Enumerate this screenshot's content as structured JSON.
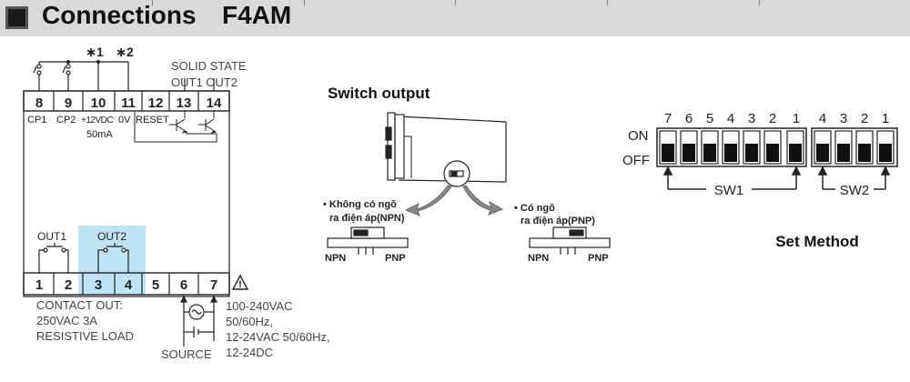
{
  "header": {
    "title": "Connections",
    "model": "F4AM"
  },
  "terminal_diagram": {
    "note1": "∗1",
    "note2": "∗2",
    "solid_state_line1": "SOLID STATE",
    "solid_state_line2": "OUT1 OUT2",
    "top_terminals": [
      "8",
      "9",
      "10",
      "11",
      "12",
      "13",
      "14"
    ],
    "top_labels": {
      "cp1": "CP1",
      "cp2": "CP2",
      "vdc": "+12VDC",
      "ma": "50mA",
      "zero_v": "0V",
      "reset": "RESET"
    },
    "out1_label": "OUT1",
    "out2_label": "OUT2",
    "bottom_terminals": [
      "1",
      "2",
      "3",
      "4",
      "5",
      "6",
      "7"
    ],
    "contact_out_lines": [
      "CONTACT OUT:",
      "250VAC 3A",
      "RESISTIVE LOAD"
    ],
    "source_label": "SOURCE",
    "power_lines": [
      "100-240VAC",
      "50/60Hz,",
      "12-24VAC 50/60Hz,",
      "12-24DC"
    ],
    "warning_glyph": "!",
    "highlight_color": "#bfe3f5"
  },
  "switch_output": {
    "title": "Switch output",
    "npn_lines": [
      "• Không có ngõ",
      "ra điện áp(NPN)"
    ],
    "pnp_lines": [
      "• Có ngõ",
      "ra điện áp(PNP)"
    ],
    "npn": "NPN",
    "pnp": "PNP"
  },
  "dip_switch": {
    "sw1_numbers": [
      "7",
      "6",
      "5",
      "4",
      "3",
      "2",
      "1"
    ],
    "sw2_numbers": [
      "4",
      "3",
      "2",
      "1"
    ],
    "on_label": "ON",
    "off_label": "OFF",
    "sw1_label": "SW1",
    "sw2_label": "SW2",
    "caption": "Set Method"
  }
}
